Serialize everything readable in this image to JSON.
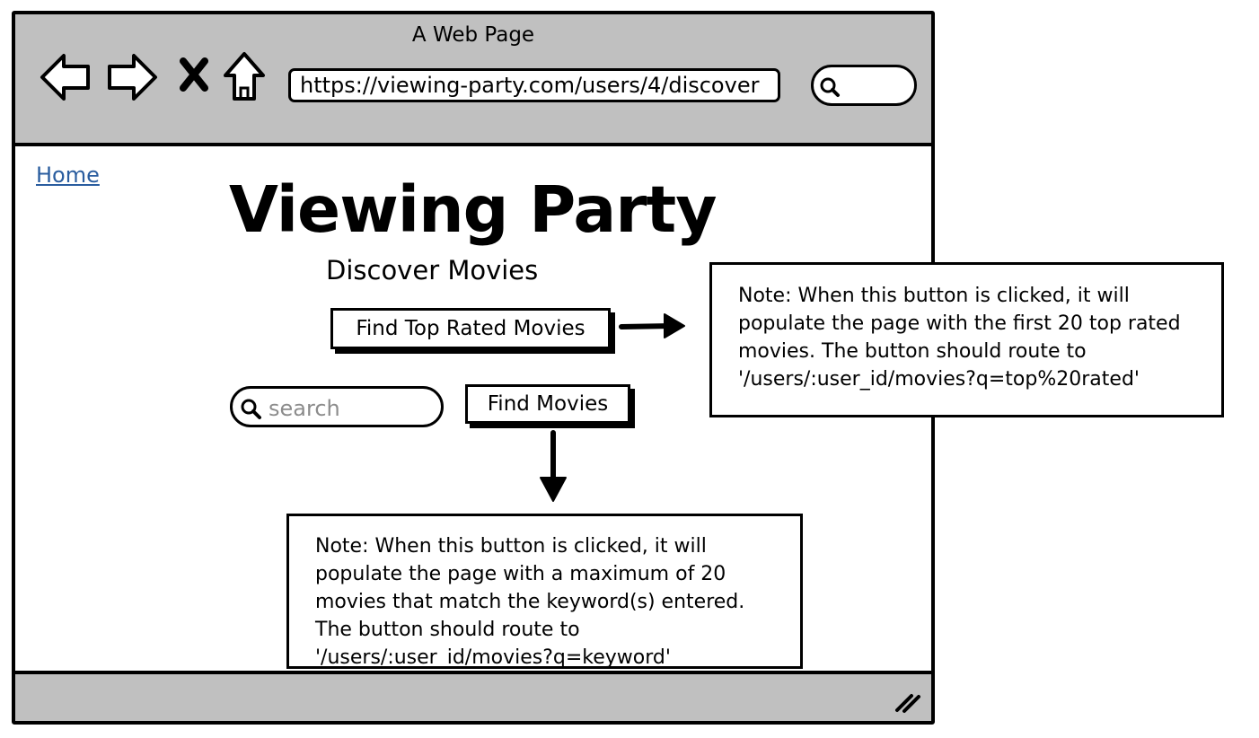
{
  "window": {
    "title": "A Web Page",
    "url": "https://viewing-party.com/users/4/discover",
    "icons": [
      "back-arrow-icon",
      "forward-arrow-icon",
      "close-x-icon",
      "home-icon",
      "search-icon",
      "resize-grip-icon"
    ]
  },
  "page": {
    "home_link": "Home",
    "title": "Viewing Party",
    "subtitle": "Discover Movies",
    "top_rated_button": "Find Top Rated Movies",
    "search_placeholder": "search",
    "find_movies_button": "Find Movies"
  },
  "notes": {
    "top_rated": "Note: When this button is clicked, it will\npopulate the page with the first 20 top rated\nmovies. The button should route to\n'/users/:user_id/movies?q=top%20rated'",
    "find_movies": "Note: When this button is clicked, it will\npopulate the page with a maximum of 20\nmovies that match the keyword(s) entered.\nThe button should route to\n'/users/:user_id/movies?q=keyword'"
  },
  "colors": {
    "chrome_gray": "#c0c0c0",
    "link_blue": "#2a5d9f",
    "placeholder_gray": "#8c8c8c"
  }
}
